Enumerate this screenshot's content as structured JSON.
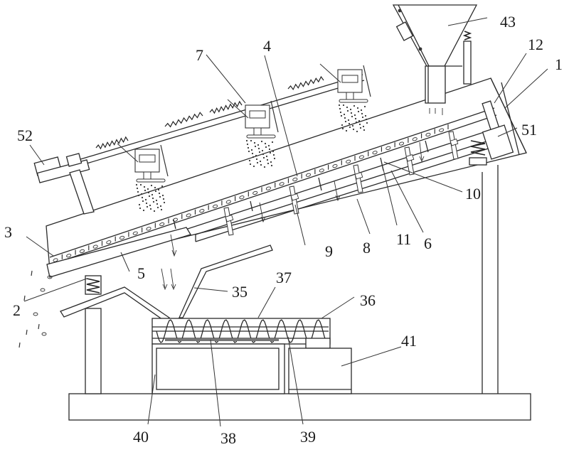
{
  "figure": {
    "subject": "inclined vibrating screen sorting machine with screw conveyor",
    "callouts": {
      "c1": "1",
      "c2": "2",
      "c3": "3",
      "c4": "4",
      "c5": "5",
      "c6": "6",
      "c7": "7",
      "c8": "8",
      "c9": "9",
      "c10": "10",
      "c11": "11",
      "c12": "12",
      "c35": "35",
      "c36": "36",
      "c37": "37",
      "c38": "38",
      "c39": "39",
      "c40": "40",
      "c41": "41",
      "c43": "43",
      "c51": "51",
      "c52": "52"
    }
  }
}
